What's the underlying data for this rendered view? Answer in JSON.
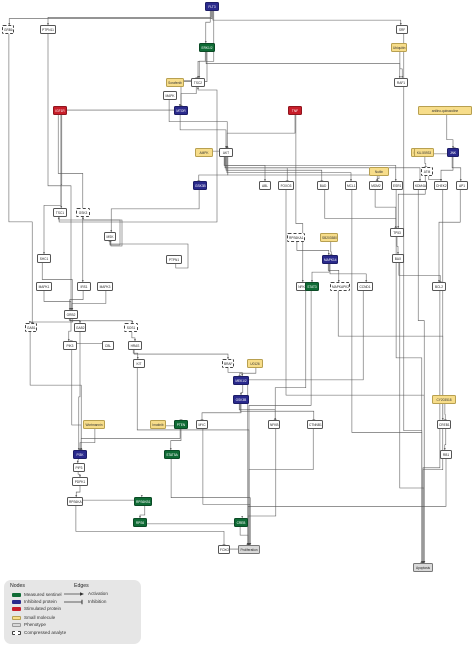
{
  "nodes": [
    {
      "id": "FLT3",
      "label": "FLT3",
      "type": "inhibited"
    },
    {
      "id": "GRB10",
      "label": "GRB10",
      "type": "compressed"
    },
    {
      "id": "PTPN11",
      "label": "PTPN11",
      "type": "protein"
    },
    {
      "id": "SRF",
      "label": "SRF",
      "type": "protein"
    },
    {
      "id": "GRB2",
      "label": "GRB2",
      "type": "protein"
    },
    {
      "id": "PTPN6",
      "label": "PTPN6",
      "type": "protein"
    },
    {
      "id": "SHC1",
      "label": "SHC1",
      "type": "protein"
    },
    {
      "id": "ERK12",
      "label": "ERK1/2",
      "type": "sentinel"
    },
    {
      "id": "Ubiquitin",
      "label": "Ubiquitin",
      "type": "molecule"
    },
    {
      "id": "Sorafenib",
      "label": "Sorafenib",
      "type": "molecule"
    },
    {
      "id": "TSC2",
      "label": "TSC2",
      "type": "protein"
    },
    {
      "id": "RAF1",
      "label": "RAF1",
      "type": "protein"
    },
    {
      "id": "MAPK",
      "label": "MAPK",
      "type": "protein"
    },
    {
      "id": "IGF1R",
      "label": "IGF1R",
      "type": "stimulated"
    },
    {
      "id": "MTOR",
      "label": "MTOR",
      "type": "inhibited"
    },
    {
      "id": "TNF",
      "label": "TNF",
      "type": "stimulated"
    },
    {
      "id": "AMPK",
      "label": "AMPK",
      "type": "molecule"
    },
    {
      "id": "JNK",
      "label": "JNK",
      "type": "inhibited"
    },
    {
      "id": "SP600125",
      "label": "SP600125",
      "type": "molecule"
    },
    {
      "id": "LY294002",
      "label": "LY294002",
      "type": "molecule"
    },
    {
      "id": "AKT",
      "label": "AKT",
      "type": "protein"
    },
    {
      "id": "GSK3B",
      "label": "GSK3B",
      "type": "inhibited"
    },
    {
      "id": "ABL",
      "label": "ABL",
      "type": "protein"
    },
    {
      "id": "FOXO3",
      "label": "FOXO3",
      "type": "protein"
    },
    {
      "id": "BAD",
      "label": "BAD",
      "type": "protein"
    },
    {
      "id": "MCL1",
      "label": "MCL1",
      "type": "protein"
    },
    {
      "id": "MDM2",
      "label": "MDM2",
      "type": "protein"
    },
    {
      "id": "ESR1",
      "label": "ESR1",
      "type": "protein"
    },
    {
      "id": "Nutlin",
      "label": "Nutlin",
      "type": "molecule"
    },
    {
      "id": "KDM4A",
      "label": "KDM4A",
      "type": "protein"
    },
    {
      "id": "CHEK2",
      "label": "CHEK2",
      "type": "protein"
    },
    {
      "id": "AP1",
      "label": "AP1",
      "type": "protein"
    },
    {
      "id": "TP53",
      "label": "TP53",
      "type": "protein"
    },
    {
      "id": "ATM",
      "label": "ATM",
      "type": "compressed"
    },
    {
      "id": "KU55933",
      "label": "KU-55933",
      "type": "molecule"
    },
    {
      "id": "TSC1",
      "label": "TSC1",
      "type": "protein"
    },
    {
      "id": "GSK3",
      "label": "GSK3",
      "type": "compressed"
    },
    {
      "id": "MSK",
      "label": "MSK",
      "type": "protein"
    },
    {
      "id": "RPS6KA1",
      "label": "RPS6KA1",
      "type": "compressed"
    },
    {
      "id": "BAX",
      "label": "BAX",
      "type": "protein"
    },
    {
      "id": "BCL2",
      "label": "BCL2",
      "type": "protein"
    },
    {
      "id": "SB203580",
      "label": "SB203580",
      "type": "molecule"
    },
    {
      "id": "MAPK14",
      "label": "MAPK14",
      "type": "inhibited"
    },
    {
      "id": "PTPN1",
      "label": "PTPN1",
      "type": "protein"
    },
    {
      "id": "SHC1b",
      "label": "SHC1",
      "type": "protein"
    },
    {
      "id": "NFKBIA",
      "label": "NFKBIA",
      "type": "protein"
    },
    {
      "id": "STAT3",
      "label": "STAT3",
      "type": "sentinel"
    },
    {
      "id": "MAPKAPK2",
      "label": "MAPKAPK2",
      "type": "compressed"
    },
    {
      "id": "CCND1",
      "label": "CCND1",
      "type": "protein"
    },
    {
      "id": "IRS1",
      "label": "IRS1",
      "type": "protein"
    },
    {
      "id": "MAPK1",
      "label": "MAPK1",
      "type": "protein"
    },
    {
      "id": "MAPK3",
      "label": "MAPK3",
      "type": "protein"
    },
    {
      "id": "GAB1",
      "label": "GAB1",
      "type": "compressed"
    },
    {
      "id": "GAB2",
      "label": "GAB2",
      "type": "protein"
    },
    {
      "id": "SOS1",
      "label": "SOS1",
      "type": "compressed"
    },
    {
      "id": "CBL",
      "label": "CBL",
      "type": "protein"
    },
    {
      "id": "PIK3",
      "label": "PIK3",
      "type": "protein"
    },
    {
      "id": "HRAS",
      "label": "HRAS",
      "type": "protein"
    },
    {
      "id": "KIT",
      "label": "KIT",
      "type": "protein"
    },
    {
      "id": "BRAF",
      "label": "BRAF",
      "type": "compressed"
    },
    {
      "id": "U0126",
      "label": "U0126",
      "type": "molecule"
    },
    {
      "id": "MEK12",
      "label": "MEK1/2",
      "type": "inhibited"
    },
    {
      "id": "GSK3B2",
      "label": "GSK3B",
      "type": "inhibited"
    },
    {
      "id": "CY20518",
      "label": "CY203518",
      "type": "molecule"
    },
    {
      "id": "Wortmannin",
      "label": "Wortmannin",
      "type": "molecule"
    },
    {
      "id": "Imatinib",
      "label": "Imatinib",
      "type": "molecule"
    },
    {
      "id": "PTEN",
      "label": "PTEN",
      "type": "sentinel"
    },
    {
      "id": "MYC",
      "label": "MYC",
      "type": "protein"
    },
    {
      "id": "NFKB",
      "label": "NFKB",
      "type": "protein"
    },
    {
      "id": "CTNNB1",
      "label": "CTNNB1",
      "type": "protein"
    },
    {
      "id": "CREB1",
      "label": "CREB1",
      "type": "protein"
    },
    {
      "id": "PI3K",
      "label": "PI3K",
      "type": "inhibited"
    },
    {
      "id": "PIP3",
      "label": "PIP3",
      "type": "protein"
    },
    {
      "id": "STAT5A",
      "label": "STAT5A",
      "type": "sentinel"
    },
    {
      "id": "PDPK1",
      "label": "PDPK1",
      "type": "protein"
    },
    {
      "id": "RB1",
      "label": "RB1",
      "type": "protein"
    },
    {
      "id": "RPS6KA",
      "label": "RPS6KA",
      "type": "protein"
    },
    {
      "id": "RPS6KB1",
      "label": "RPS6KB1",
      "type": "sentinel"
    },
    {
      "id": "RPS6",
      "label": "RPS6",
      "type": "sentinel"
    },
    {
      "id": "CREB",
      "label": "CREB",
      "type": "sentinel"
    },
    {
      "id": "FOXO",
      "label": "FOXO",
      "type": "protein"
    },
    {
      "id": "Proliferation",
      "label": "Proliferation",
      "type": "phenotype"
    },
    {
      "id": "Apoptosis",
      "label": "Apoptosis",
      "type": "phenotype"
    },
    {
      "id": "Lig",
      "label": "anilino-quinazoline",
      "type": "molecule"
    }
  ],
  "legend": {
    "nodes_title": "Nodes",
    "edges_title": "Edges",
    "items": [
      {
        "label": "Measured sentinel",
        "type": "sentinel"
      },
      {
        "label": "Inhibited protein",
        "type": "inhibited"
      },
      {
        "label": "Stimulated protein",
        "type": "stimulated"
      },
      {
        "label": "Small molecule",
        "type": "molecule"
      },
      {
        "label": "Phenotype",
        "type": "phenotype"
      },
      {
        "label": "Compressed analyte",
        "type": "compressed"
      }
    ],
    "edge_items": [
      {
        "label": "Activation",
        "kind": "activation"
      },
      {
        "label": "Inhibition",
        "kind": "inhibition"
      }
    ]
  },
  "colors": {
    "sentinel": "#0f6b35",
    "inhibited": "#2a2a8c",
    "stimulated": "#c81e2a",
    "molecule": "#f7dd8a",
    "phenotype": "#d9d9d9",
    "edge": "#555555"
  }
}
